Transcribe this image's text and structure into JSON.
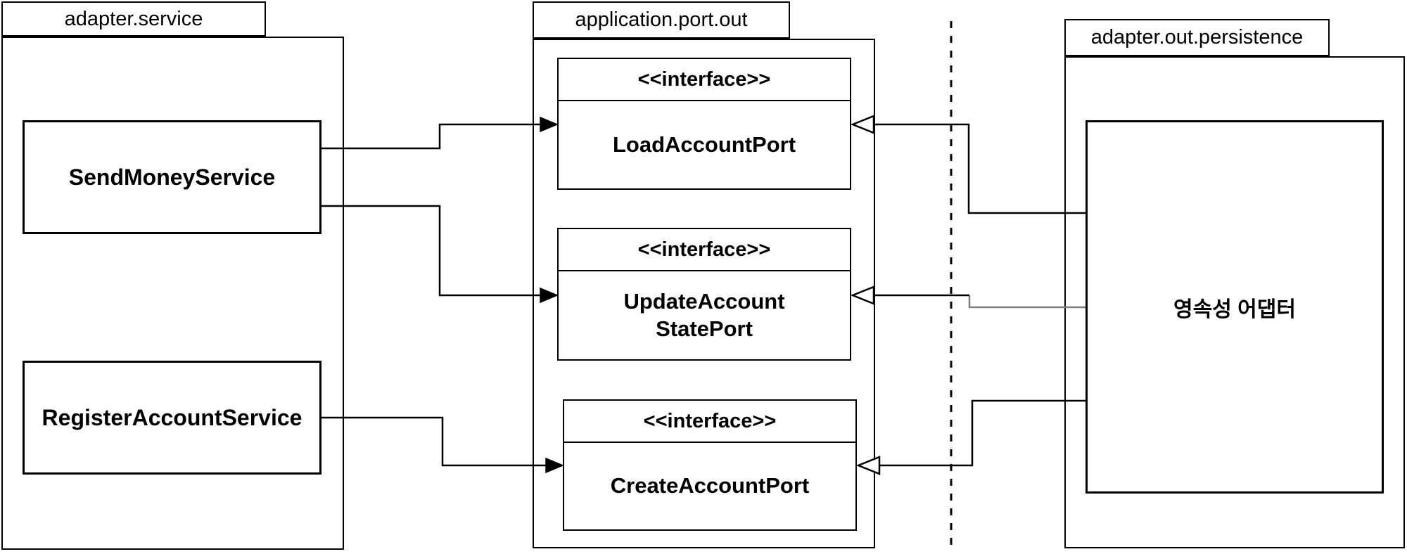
{
  "colors": {
    "stroke": "#000000",
    "gray_stroke": "#808080",
    "background": "#ffffff",
    "text": "#000000"
  },
  "packages": {
    "adapter_service": {
      "label": "adapter.service"
    },
    "application_port_out": {
      "label": "application.port.out"
    },
    "adapter_out_persistence": {
      "label": "adapter.out.persistence"
    }
  },
  "nodes": {
    "send_money_service": {
      "label": "SendMoneyService"
    },
    "register_account_service": {
      "label": "RegisterAccountService"
    },
    "load_account_port": {
      "stereotype": "<<interface>>",
      "lines": [
        "LoadAccountPort"
      ]
    },
    "update_account_state_port": {
      "stereotype": "<<interface>>",
      "lines": [
        "UpdateAccount",
        "StatePort"
      ]
    },
    "create_account_port": {
      "stereotype": "<<interface>>",
      "lines": [
        "CreateAccountPort"
      ]
    },
    "persistence_adapter": {
      "label": "영속성 어댑터"
    }
  },
  "edges": {
    "send_money_to_load_account": "SendMoneyService -> LoadAccountPort (solid arrow)",
    "send_money_to_update_account_state": "SendMoneyService -> UpdateAccountStatePort (solid arrow)",
    "register_account_to_create_account": "RegisterAccountService -> CreateAccountPort (solid arrow)",
    "persistence_to_load_account": "영속성 어댑터 -> LoadAccountPort (hollow triangle)",
    "persistence_to_update_account_state": "영속성 어댑터 -> UpdateAccountStatePort (hollow triangle)",
    "persistence_to_create_account": "영속성 어댑터 -> CreateAccountPort (hollow triangle)"
  }
}
